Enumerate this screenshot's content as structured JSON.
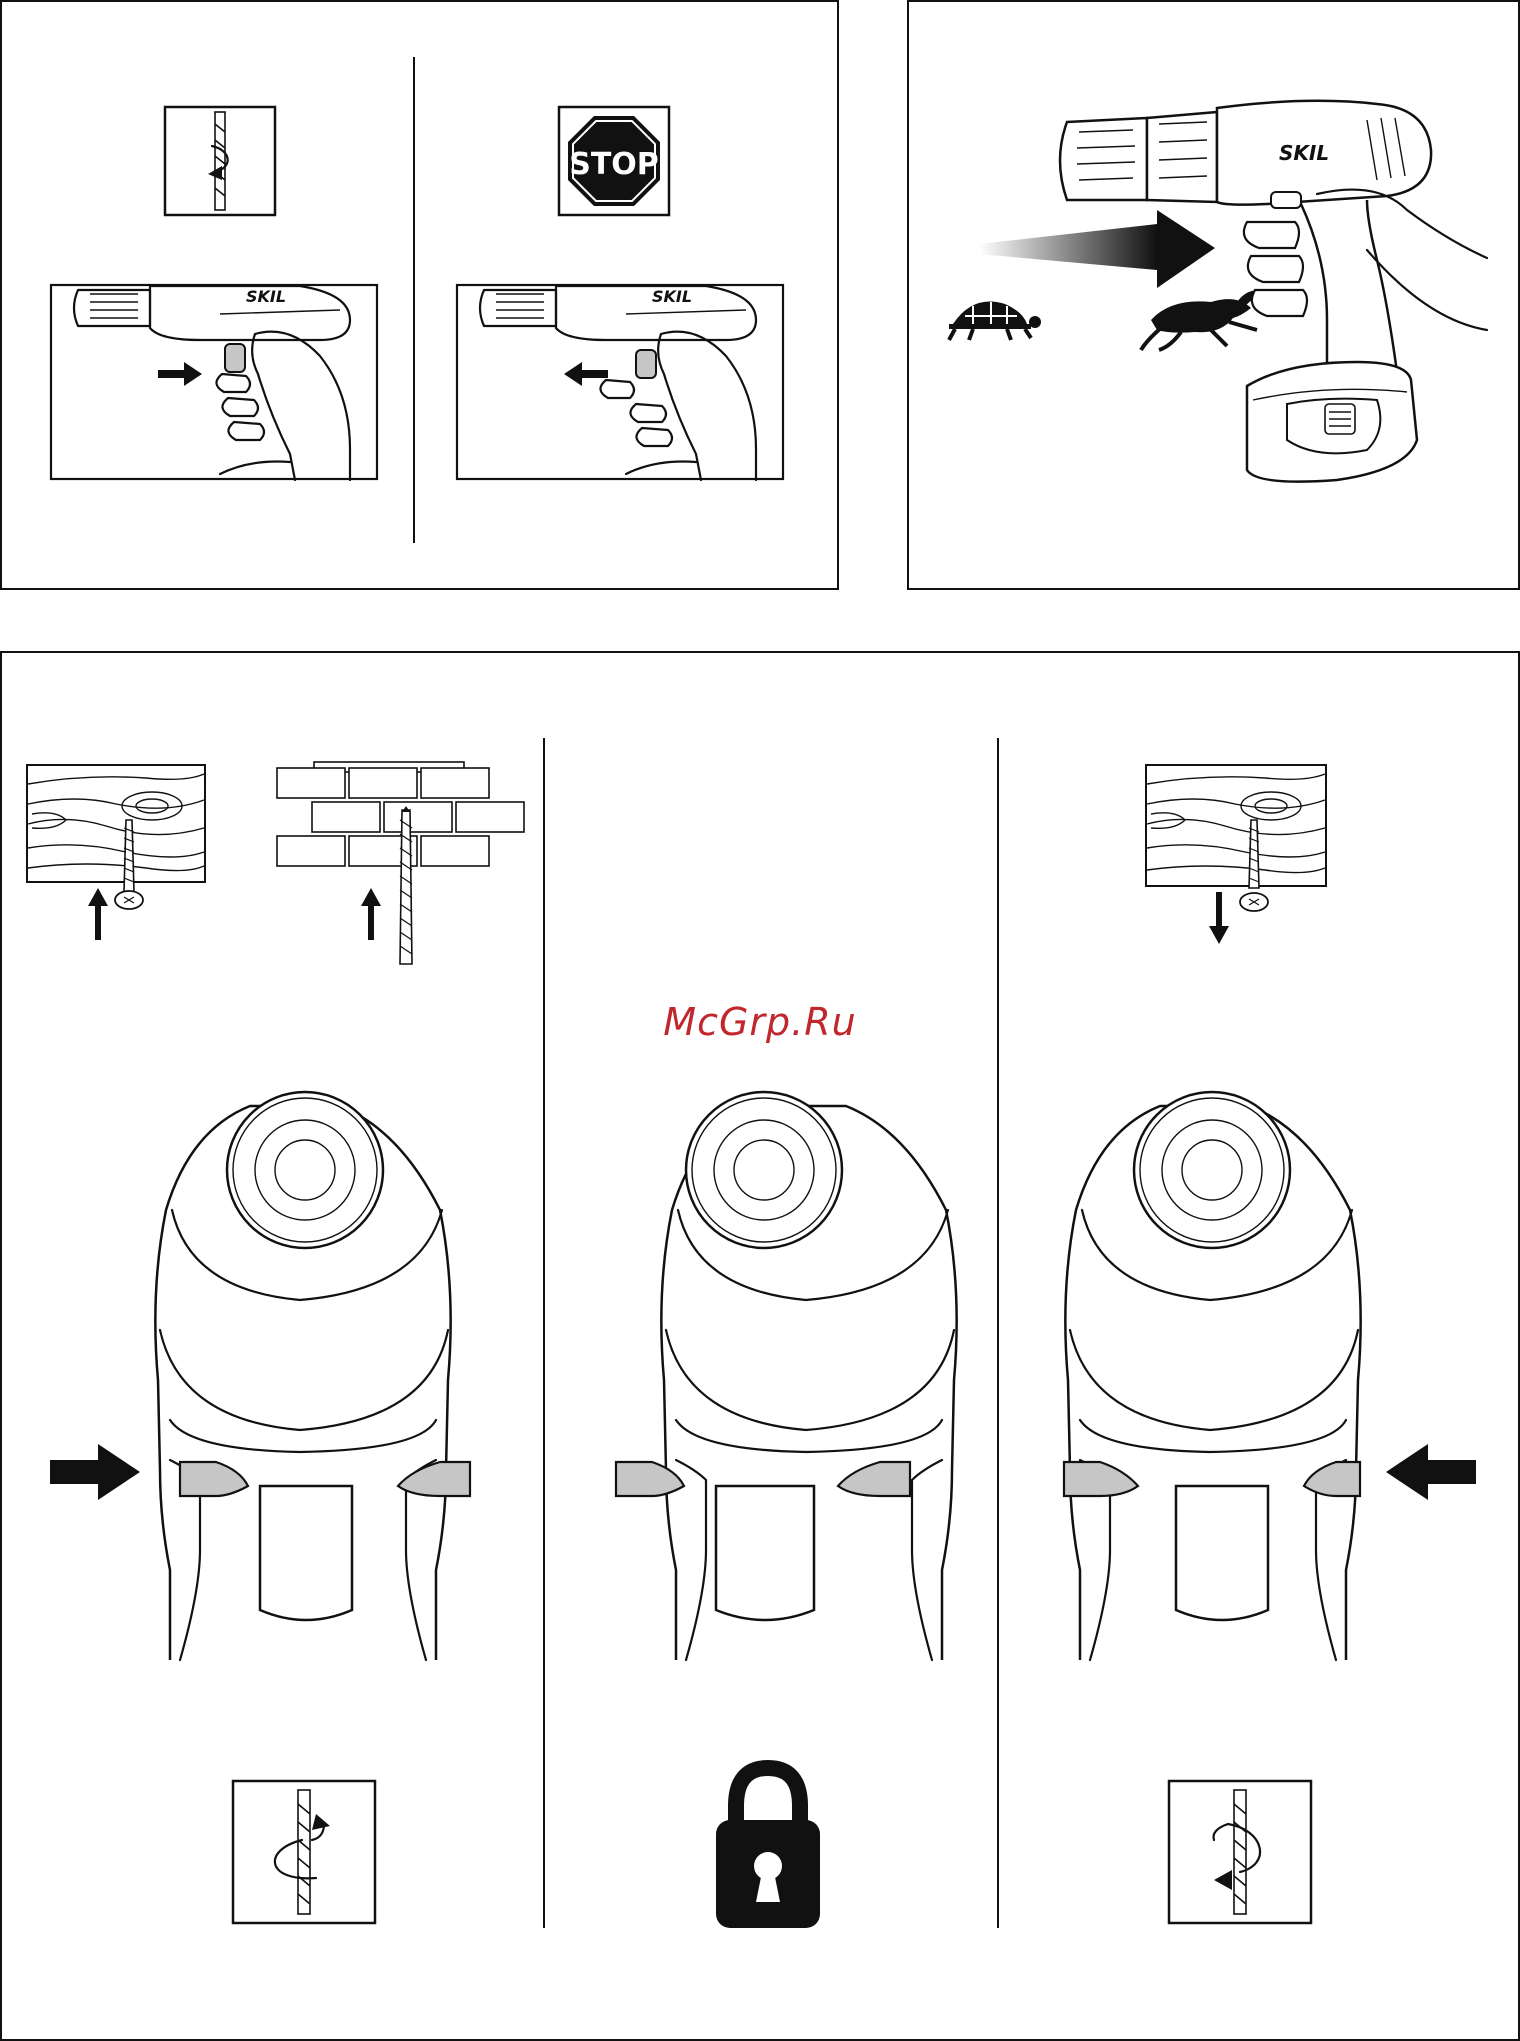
{
  "labels": {
    "stop_sign": "STOP",
    "brand": "SKIL"
  },
  "watermark": "McGrp.Ru",
  "icons": {
    "rotation_ccw": "rotation-counterclockwise-icon",
    "rotation_cw": "rotation-clockwise-icon",
    "stop": "stop-sign-icon",
    "slow": "turtle-icon",
    "fast": "rabbit-icon",
    "lock": "padlock-icon",
    "wood_screw": "wood-screw-icon",
    "brick_drill": "brick-drill-icon"
  },
  "colors": {
    "line": "#111111",
    "switch_gray": "#c6c6c6",
    "watermark": "#c0282d"
  }
}
